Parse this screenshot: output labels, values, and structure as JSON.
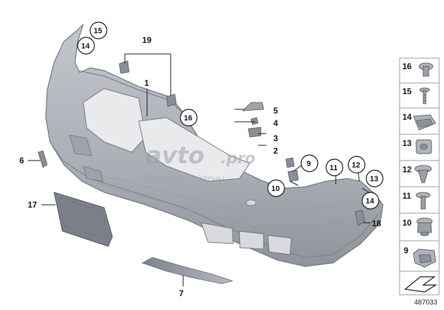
{
  "callouts": {
    "c1": "1",
    "c2": "2",
    "c3": "3",
    "c4": "4",
    "c5": "5",
    "c6": "6",
    "c7": "7",
    "c9": "9",
    "c10": "10",
    "c11": "11",
    "c12": "12",
    "c13": "13",
    "c14a": "14",
    "c14b": "14",
    "c15": "15",
    "c16": "16",
    "c17": "17",
    "c18": "18",
    "c19": "19"
  },
  "side_panel": [
    {
      "num": "16",
      "icon": "push-nut-icon"
    },
    {
      "num": "15",
      "icon": "screw-icon"
    },
    {
      "num": "14",
      "icon": "clip-nut-icon"
    },
    {
      "num": "13",
      "icon": "expansion-rivet-icon"
    },
    {
      "num": "12",
      "icon": "plug-rivet-icon"
    },
    {
      "num": "11",
      "icon": "spreading-rivet-icon"
    },
    {
      "num": "10",
      "icon": "hex-nut-icon"
    },
    {
      "num": "9",
      "icon": "clamp-icon"
    }
  ],
  "reference_number": "487033",
  "watermark": {
    "brand": "avto",
    "tld": ".pro",
    "tagline": "Запчасти найдены"
  },
  "colors": {
    "bumper_fill": "#b3b7be",
    "bumper_shadow": "#8d9199",
    "line": "#111111"
  }
}
